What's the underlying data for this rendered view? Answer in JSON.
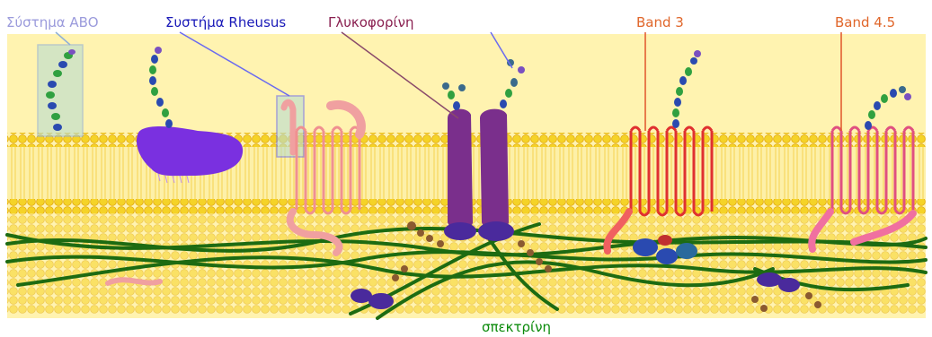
{
  "labels": {
    "abo": {
      "text": "Σύστημα ABO",
      "color": "#9b9bdc"
    },
    "rhesus": {
      "text": "Συστήμα Rheusus",
      "color": "#1a1ab8"
    },
    "glycophorin": {
      "text": "Γλυκοφορίνη",
      "color": "#8a2050"
    },
    "band3": {
      "text": "Band 3",
      "color": "#e0662a"
    },
    "band45": {
      "text": "Band 4.5",
      "color": "#e0662a"
    },
    "spectrin": {
      "text": "σπεκτρίνη",
      "color": "#0a8a0a"
    }
  },
  "colors": {
    "membrane_bg": "#fff3b0",
    "lipid_head": "#f5d327",
    "spectrin": "#1d6b12",
    "abo_box": "#8fb0d8",
    "rhesus_line": "#6a6af0",
    "glycophorin_line": "#8a4a6a",
    "band_line": "#e0552a",
    "glycophorin_body": "#7a2f8c",
    "rh_protein": "#7a30e0",
    "band3_protein": "#e03030",
    "band45_protein": "#e05080",
    "ghost_protein": "#f0a0a0"
  }
}
